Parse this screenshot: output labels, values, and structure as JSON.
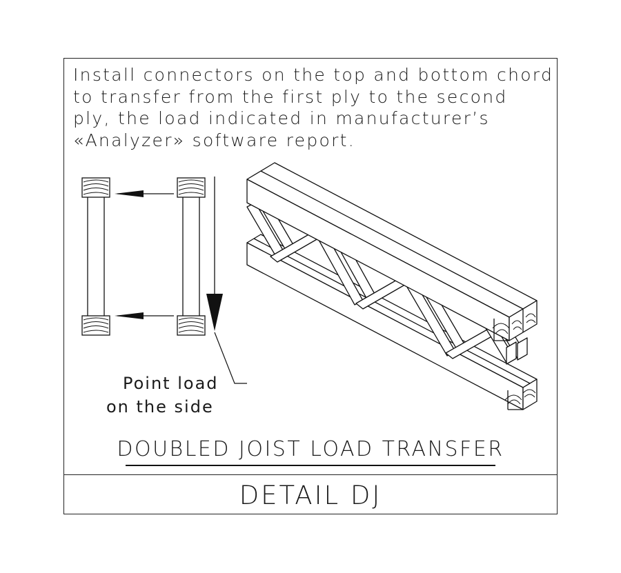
{
  "note": {
    "lines": [
      "Install connectors on the top and bottom chord",
      "to transfer from the first ply to the second",
      "ply, the load indicated in manufacturer’s",
      "«Analyzer» software report."
    ]
  },
  "callout": {
    "line1": "Point load",
    "line2": "on the side"
  },
  "title": "DOUBLED JOIST LOAD TRANSFER",
  "detail": "DETAIL DJ"
}
